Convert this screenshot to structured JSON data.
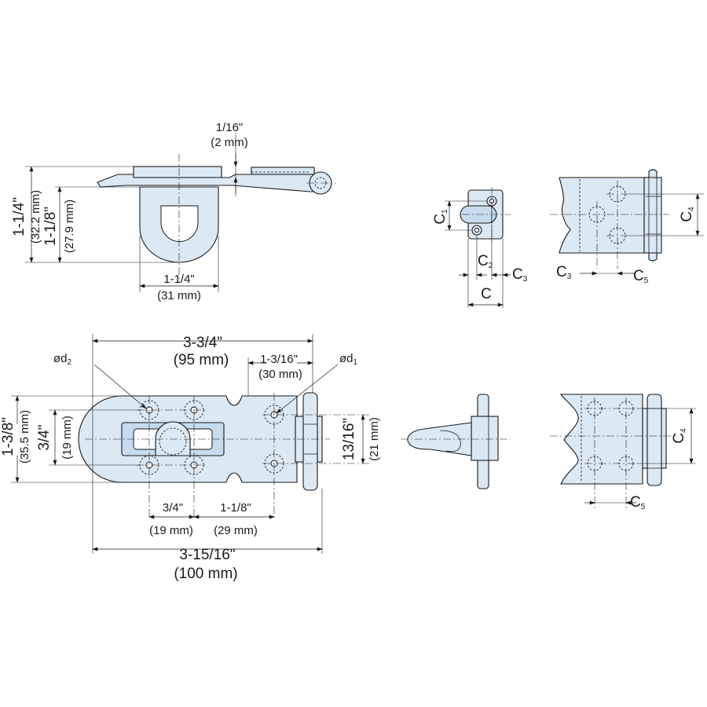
{
  "labels": {
    "top_thickness_in": "1/16\"",
    "top_thickness_mm": "(2 mm)",
    "side_height_in": "1-1/4\"",
    "side_height_mm": "(32.2 mm)",
    "side_height2_in": "1-1/8\"",
    "side_height2_mm": "(27.9 mm)",
    "staple_width_in": "1-1/4\"",
    "staple_width_mm": "(31 mm)",
    "overall_length_in": "3-3/4\"",
    "overall_length_mm": "(95 mm)",
    "hinge_offset_in": "1-3/16\"",
    "hinge_offset_mm": "(30 mm)",
    "d2": "ød",
    "d2_sub": "2",
    "d1": "ød",
    "d1_sub": "1",
    "plate_height_in": "1-3/8\"",
    "plate_height_mm": "(35.5 mm)",
    "hole_pitch_in": "3/4\"",
    "hole_pitch_mm": "(19 mm)",
    "right_pitch_in": "13/16\"",
    "right_pitch_mm": "(21 mm)",
    "left_spacing_in": "3/4\"",
    "left_spacing_mm": "(19 mm)",
    "mid_spacing_in": "1-1/8\"",
    "mid_spacing_mm": "(29 mm)",
    "total_length_in": "3-15/16\"",
    "total_length_mm": "(100 mm)",
    "c": "C",
    "c1": "C",
    "c1_sub": "1",
    "c2": "C",
    "c2_sub": "2",
    "c3": "C",
    "c3_sub": "3",
    "c3b": "C",
    "c3b_sub": "3",
    "c4": "C",
    "c4_sub": "4",
    "c4b": "C",
    "c4b_sub": "4",
    "c5": "C",
    "c5_sub": "5",
    "c5b": "C",
    "c5b_sub": "5"
  },
  "colors": {
    "part_fill": "#dbe9f5",
    "line": "#1a1a1a"
  }
}
